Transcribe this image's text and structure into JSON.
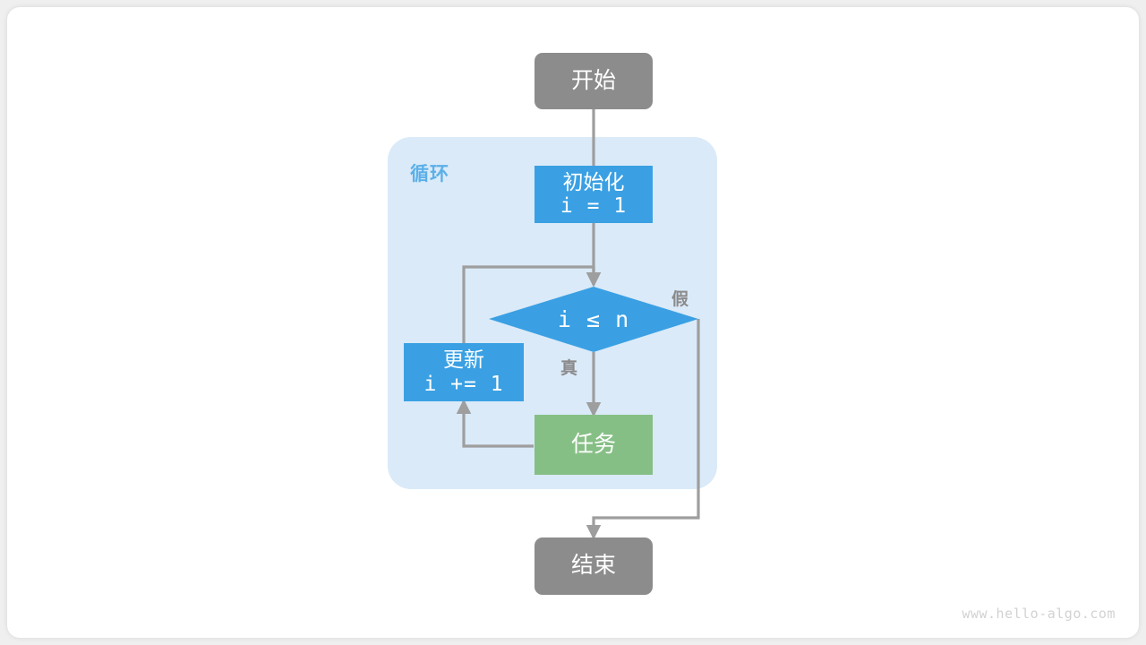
{
  "diagram": {
    "title_watermark": "www.hello-algo.com",
    "colors": {
      "terminal": "#8c8c8c",
      "process": "#3aa0e3",
      "task": "#86bf85",
      "loop_container": "#daeaf8",
      "loop_label": "#5cb0e8",
      "edge": "#9e9e9e",
      "edge_label": "#8a8a8a",
      "canvas": "#ffffff",
      "page": "#efefef"
    },
    "loop_group": {
      "label": "循环"
    },
    "nodes": {
      "start": {
        "label": "开始",
        "shape": "rounded-rect",
        "kind": "terminal"
      },
      "init": {
        "label_line1": "初始化",
        "label_line2": "i = 1",
        "shape": "rect",
        "kind": "process"
      },
      "condition": {
        "label": "i ≤ n",
        "shape": "diamond",
        "kind": "decision"
      },
      "update": {
        "label_line1": "更新",
        "label_line2": "i += 1",
        "shape": "rect",
        "kind": "process"
      },
      "task": {
        "label": "任务",
        "shape": "rect",
        "kind": "task"
      },
      "end": {
        "label": "结束",
        "shape": "rounded-rect",
        "kind": "terminal"
      }
    },
    "edge_labels": {
      "true_branch": "真",
      "false_branch": "假"
    }
  }
}
